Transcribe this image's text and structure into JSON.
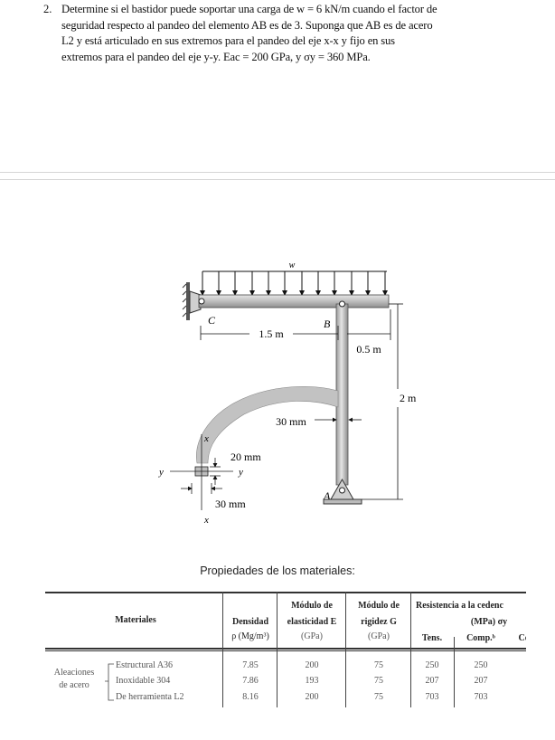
{
  "problem": {
    "number": "2.",
    "lines": [
      "Determine  si el bastidor puede soportar una carga de w = 6 kN/m cuando el factor de",
      "seguridad respecto al pandeo del elemento  AB es de 3. Suponga que AB es de acero",
      "L2 y está articulado  en sus extremos para el pandeo del eje x-x y fijo en sus",
      "extremos para el pandeo del eje y-y.  Eac = 200 GPa, y σy = 360 MPa."
    ]
  },
  "figure": {
    "load_label": "w",
    "point_c": "C",
    "point_b": "B",
    "point_a": "A",
    "dim_span": "1.5 m",
    "dim_overhang": "0.5 m",
    "dim_height": "2 m",
    "dim_section_depth": "30 mm",
    "dim_section_width": "20 mm",
    "dim_section_bottom": "30 mm",
    "axis_x_top": "x",
    "axis_x_bottom": "x",
    "axis_y_left": "y",
    "axis_y_right": "y"
  },
  "caption": "Propiedades de los materiales:",
  "table": {
    "headers": {
      "materiales": "Materiales",
      "densidad": [
        "Densidad",
        "ρ (Mg/m³)"
      ],
      "modulo_e": [
        "Módulo de",
        "elasticidad E",
        "(GPa)"
      ],
      "modulo_g": [
        "Módulo de",
        "rigidez G",
        "(GPa)"
      ],
      "resistencia": [
        "Resistencia a la cedenc",
        "(MPa) σy"
      ],
      "sub": [
        "Tens.",
        "Comp.ᵇ",
        "Corta"
      ]
    },
    "group": [
      "Aleaciones",
      "de acero"
    ],
    "rows": [
      {
        "name": "Estructural A36",
        "density": "7.85",
        "e": "200",
        "g": "75",
        "tens": "250",
        "comp": "250",
        "shear": "–"
      },
      {
        "name": "Inoxidable 304",
        "density": "7.86",
        "e": "193",
        "g": "75",
        "tens": "207",
        "comp": "207",
        "shear": "–"
      },
      {
        "name": "De herramienta L2",
        "density": "8.16",
        "e": "200",
        "g": "75",
        "tens": "703",
        "comp": "703",
        "shear": "–"
      }
    ]
  }
}
